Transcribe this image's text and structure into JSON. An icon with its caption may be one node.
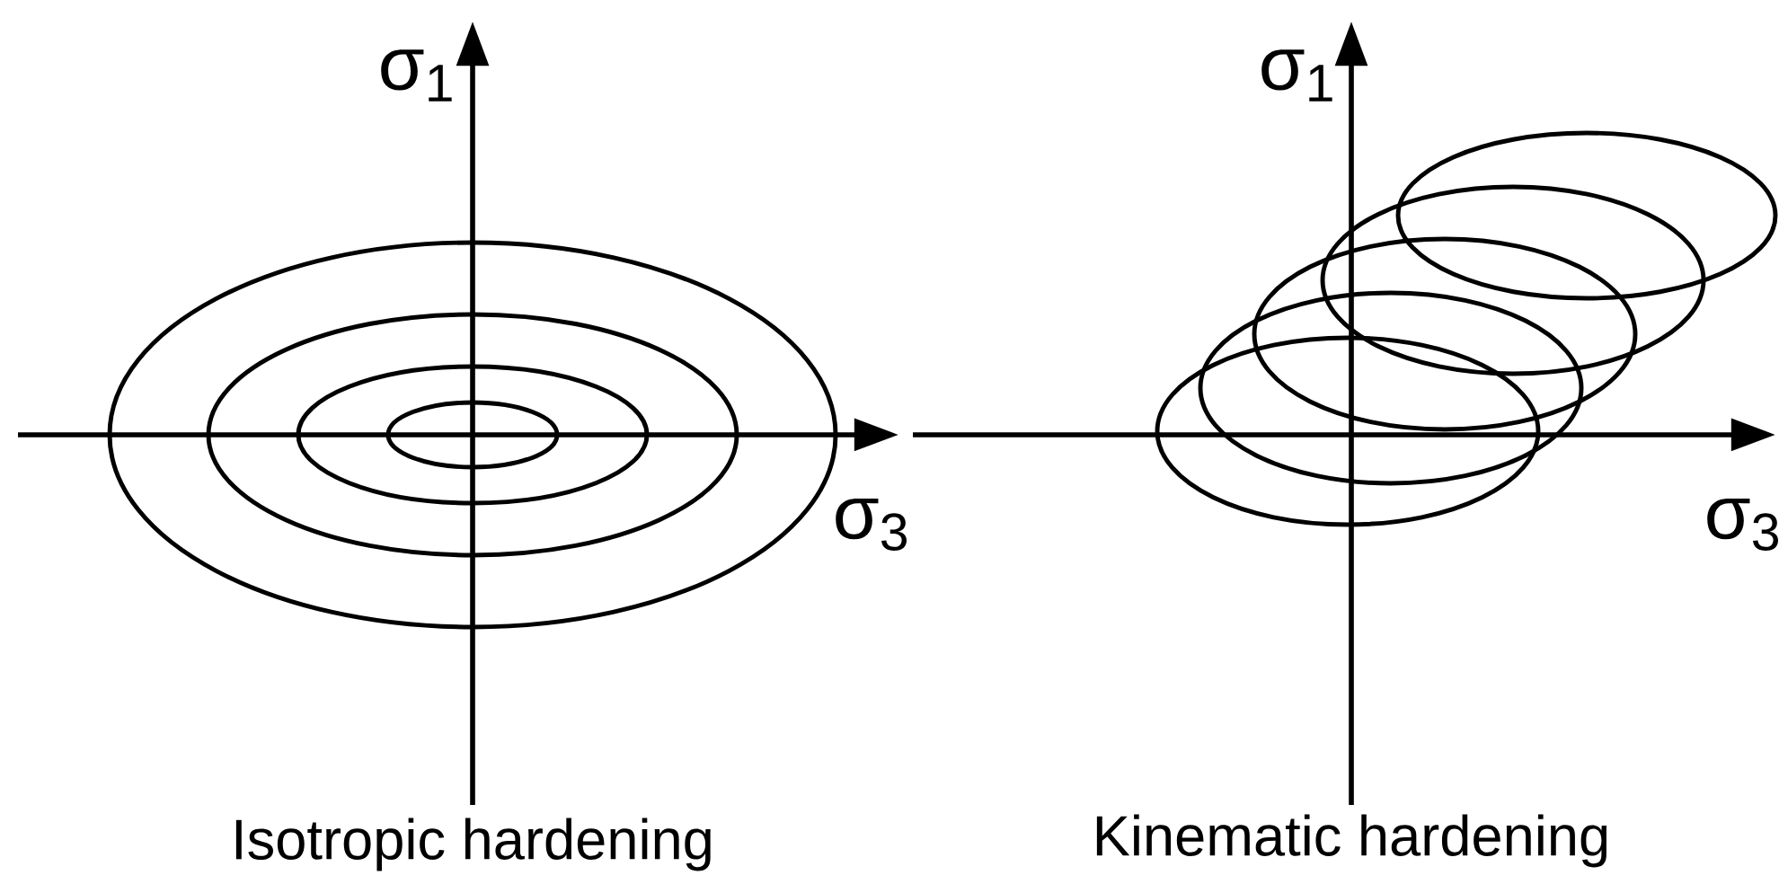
{
  "diagram": {
    "labels": [
      "σ$_{1}$",
      "σ$_{1}$",
      "σ$_{3}$",
      "σ$_{3}$",
      "Isotropic hardening",
      "Kinematic hardening"
    ]
  }
}
